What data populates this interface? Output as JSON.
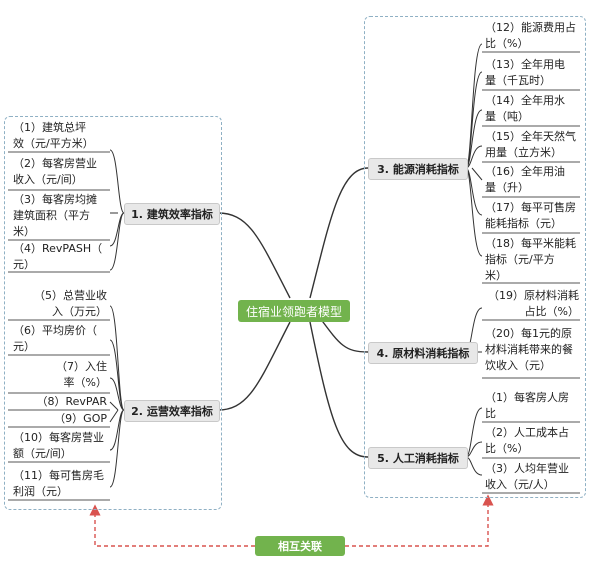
{
  "root": "住宿业领跑者模型",
  "relation_label": "相互关联",
  "categories": {
    "c1": "1. 建筑效率指标",
    "c2": "2. 运营效率指标",
    "c3": "3. 能源消耗指标",
    "c4": "4. 原材料消耗指标",
    "c5": "5. 人工消耗指标"
  },
  "c1_items": [
    [
      "（1）建筑总坪",
      "效（元/平方米）"
    ],
    [
      "（2）每客房营业",
      "收入（元/间）"
    ],
    [
      "（3）每客房均摊",
      "建筑面积（平方",
      "米）"
    ],
    [
      "（4）RevPASH（",
      "元）"
    ]
  ],
  "c2_items": [
    [
      "（5）总营业收",
      "入（万元）"
    ],
    [
      "（6）平均房价（",
      "元）"
    ],
    [
      "（7）入住",
      "率（%）"
    ],
    [
      "（8）RevPAR"
    ],
    [
      "（9）GOP"
    ],
    [
      "（10）每客房营业",
      "额（元/间）"
    ],
    [
      "（11）每可售房毛",
      "利润（元）"
    ]
  ],
  "c3_items": [
    [
      "（12）能源费用占",
      "比（%）"
    ],
    [
      "（13）全年用电",
      "量（千瓦时）"
    ],
    [
      "（14）全年用水",
      "量（吨）"
    ],
    [
      "（15）全年天然气",
      "用量（立方米）"
    ],
    [
      "（16）全年用油",
      "量（升）"
    ],
    [
      "（17）每平可售房",
      "能耗指标（元）"
    ],
    [
      "（18）每平米能耗",
      "指标（元/平方",
      "米）"
    ]
  ],
  "c4_items": [
    [
      "（19）原材料消耗",
      "占比（%）"
    ],
    [
      "（20）每1元的原",
      "材料消耗带来的餐",
      "饮收入（元）"
    ]
  ],
  "c5_items": [
    [
      "（1）每客房人房",
      "比"
    ],
    [
      "（2）人工成本占",
      "比（%）"
    ],
    [
      "（3）人均年营业",
      "收入（元/人）"
    ]
  ],
  "colors": {
    "root": "#72b34d",
    "arrow": "#d9534f",
    "line": "#333333"
  }
}
